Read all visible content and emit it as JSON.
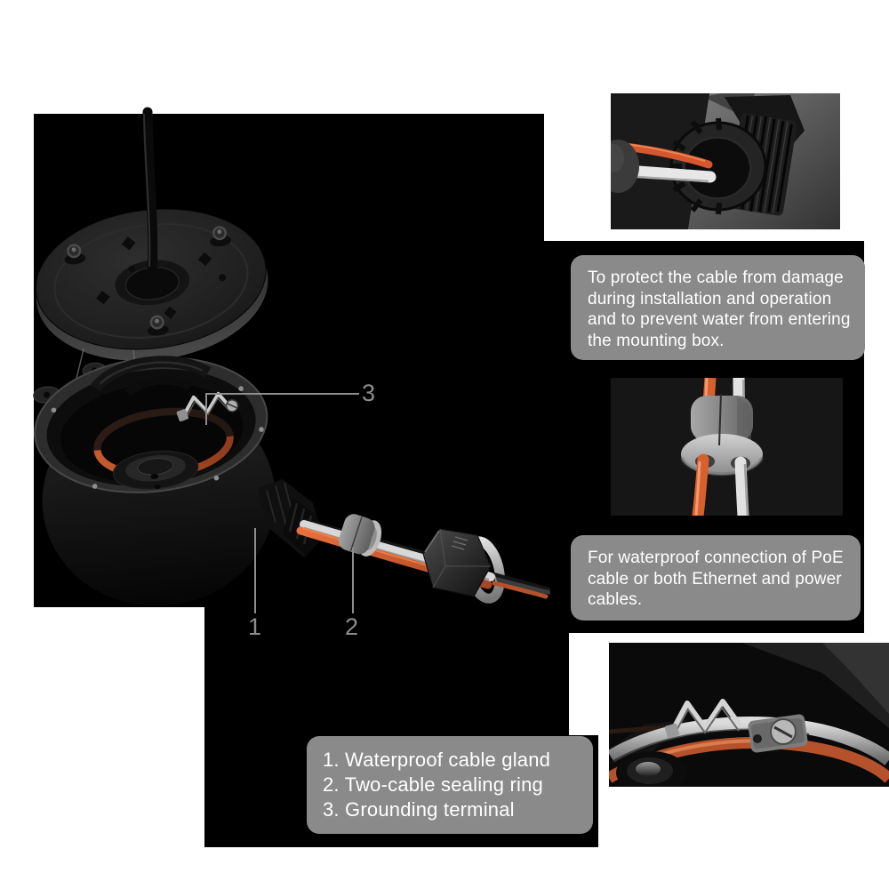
{
  "diagram": {
    "callouts": [
      {
        "number": "1",
        "part": "Waterproof cable gland"
      },
      {
        "number": "2",
        "part": "Two-cable sealing ring"
      },
      {
        "number": "3",
        "part": "Grounding terminal"
      }
    ]
  },
  "annotations": {
    "note_gland": "To protect the cable from damage during installation and operation and to prevent water from entering the mounting box.",
    "note_sealing": "For waterproof connection of PoE cable or both Ethernet and power cables."
  },
  "legend": {
    "items": [
      "1. Waterproof cable gland",
      "2. Two-cable sealing ring",
      "3. Grounding terminal"
    ]
  },
  "colors": {
    "page_background": "#ffffff",
    "panel_black": "#000000",
    "note_gray": "#8a8a8a",
    "note_text": "#ffffff",
    "callout_gray": "#8d8d8d",
    "cable_orange": "#d4572e",
    "cable_white": "#e6e6e6",
    "sealing_ring_orange": "#b5522b"
  }
}
